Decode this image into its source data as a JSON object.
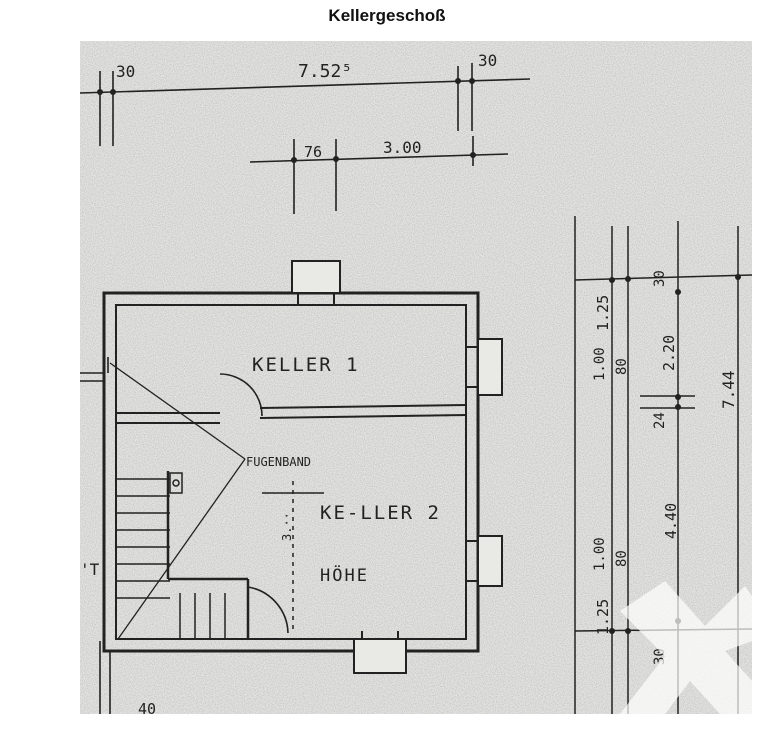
{
  "title": "Kellergeschoß",
  "rooms": {
    "room1": "KELLER 1",
    "room2": "KE-LLER 2",
    "height_label": "HÖHE",
    "fugenband": "FUGENBAND"
  },
  "dimensions": {
    "top_left_wall": "30",
    "top_total": "7.52⁵",
    "top_right_wall": "30",
    "inner_offset": "76",
    "inner_width": "3.00",
    "height_mark": "3.··"
  },
  "side_dimensions": {
    "wall_top": "30",
    "sill_top": "1.25",
    "window_top": "1.00",
    "gap_top": "80",
    "room1_depth": "2.20",
    "divider": "24",
    "total_depth": "7.44",
    "room2_depth": "4.40",
    "window_bottom": "1.00",
    "gap_bottom": "80",
    "sill_bottom": "1.25",
    "wall_bottom": "30"
  },
  "edge_fragments": {
    "left_t": "'T",
    "bottom_40": "40"
  },
  "colors": {
    "paper": "#e4e4e2",
    "ink": "#222222"
  },
  "icons": {
    "watermark": "x-mark-logo"
  }
}
